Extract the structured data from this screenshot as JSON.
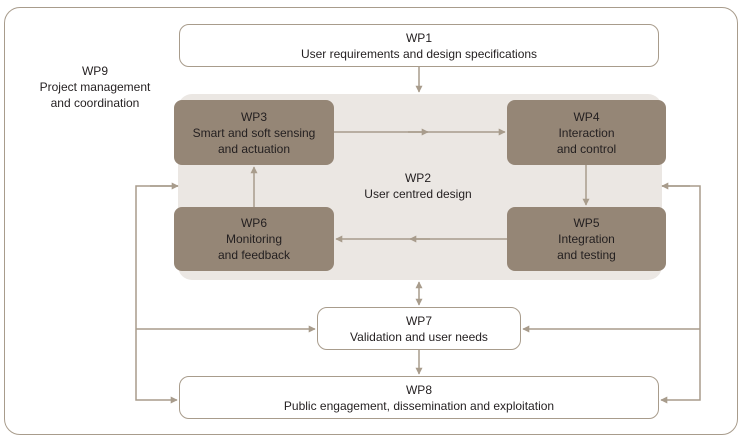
{
  "wp9": {
    "code": "WP9",
    "line1": "Project management",
    "line2": "and coordination"
  },
  "wp1": {
    "code": "WP1",
    "line1": "User requirements and design specifications"
  },
  "wp2": {
    "code": "WP2",
    "line1": "User centred design"
  },
  "wp3": {
    "code": "WP3",
    "line1": "Smart and soft sensing",
    "line2": "and actuation"
  },
  "wp4": {
    "code": "WP4",
    "line1": "Interaction",
    "line2": "and control"
  },
  "wp5": {
    "code": "WP5",
    "line1": "Integration",
    "line2": "and testing"
  },
  "wp6": {
    "code": "WP6",
    "line1": "Monitoring",
    "line2": "and feedback"
  },
  "wp7": {
    "code": "WP7",
    "line1": "Validation and user needs"
  },
  "wp8": {
    "code": "WP8",
    "line1": "Public engagement, dissemination and exploitation"
  },
  "colors": {
    "outline": "#a89c8c",
    "dark_box": "#958676",
    "zone": "#ebe7e3",
    "arrow": "#a89c8c"
  }
}
